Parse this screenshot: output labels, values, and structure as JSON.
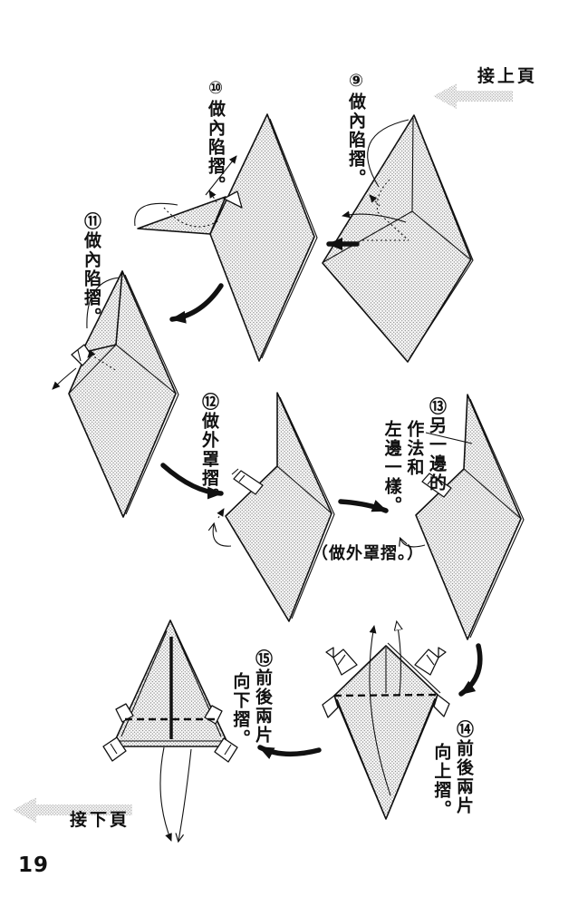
{
  "page": {
    "number": "19",
    "prev_page_label": "接上頁",
    "next_page_label": "接下頁"
  },
  "colors": {
    "ink": "#111111",
    "halftone_dot": "#8f8f8f",
    "page_arrow_gray": "#b0b0b0",
    "background": "#ffffff"
  },
  "icons": {
    "prev_page_arrow": "left-halftone-arrow",
    "next_page_arrow": "left-halftone-arrow",
    "step_transition_arrow": "thick-black-curved-arrow",
    "fold_direction_arrow": "thin-black-arrow"
  },
  "steps": {
    "s9": {
      "lines": [
        "⑨做內陷摺。"
      ]
    },
    "s10": {
      "lines": [
        "⑩做內陷摺。"
      ]
    },
    "s11": {
      "lines": [
        "⑪做內陷摺。"
      ]
    },
    "s12": {
      "lines": [
        "⑫做外罩摺。"
      ]
    },
    "s13": {
      "lines": [
        "⑬另一邊的",
        "作法和",
        "左邊一樣。"
      ],
      "note": "（做外罩摺。）"
    },
    "s14": {
      "lines": [
        "⑭前後兩片",
        "向上摺。"
      ]
    },
    "s15": {
      "lines": [
        "⑮前後兩片",
        "向下摺。"
      ]
    }
  }
}
